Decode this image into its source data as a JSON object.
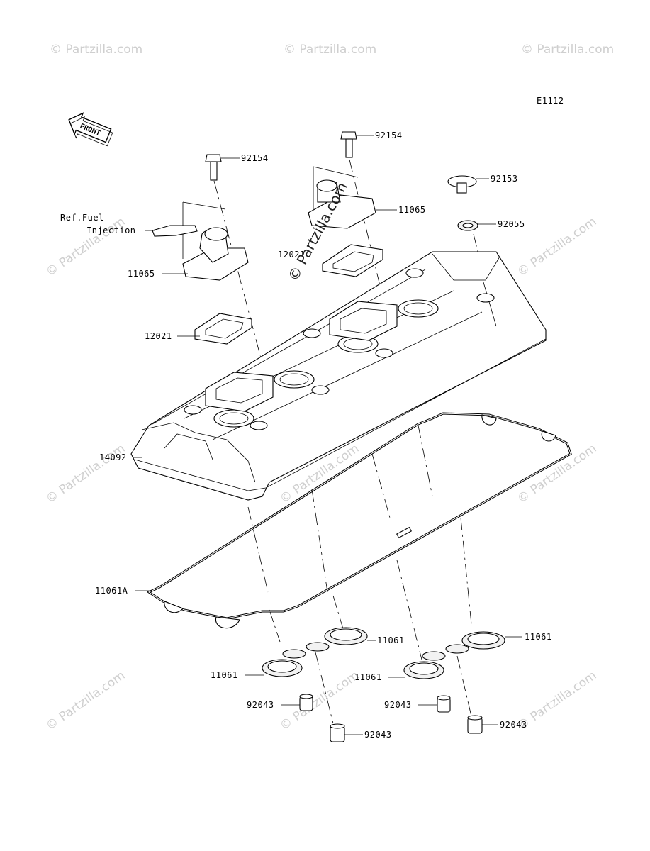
{
  "diagram": {
    "code": "E1112",
    "front_arrow_label": "FRONT",
    "watermark_text": "© Partzilla.com",
    "center_watermark_text": "© Partzilla.com",
    "ref_note": {
      "line1": "Ref.Fuel",
      "line2": "Injection"
    },
    "callouts": [
      {
        "id": "c1",
        "label": "92154"
      },
      {
        "id": "c2",
        "label": "92154"
      },
      {
        "id": "c3",
        "label": "92153"
      },
      {
        "id": "c4",
        "label": "11065"
      },
      {
        "id": "c5",
        "label": "92055"
      },
      {
        "id": "c6",
        "label": "11065"
      },
      {
        "id": "c7",
        "label": "12021"
      },
      {
        "id": "c8",
        "label": "12021"
      },
      {
        "id": "c9",
        "label": "14092"
      },
      {
        "id": "c10",
        "label": "11061A"
      },
      {
        "id": "c11",
        "label": "11061"
      },
      {
        "id": "c12",
        "label": "11061"
      },
      {
        "id": "c13",
        "label": "11061"
      },
      {
        "id": "c14",
        "label": "11061"
      },
      {
        "id": "c15",
        "label": "92043"
      },
      {
        "id": "c16",
        "label": "92043"
      },
      {
        "id": "c17",
        "label": "92043"
      },
      {
        "id": "c18",
        "label": "92043"
      }
    ]
  }
}
